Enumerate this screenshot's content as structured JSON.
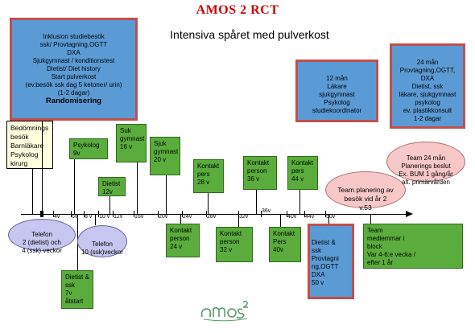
{
  "title": "AMOS 2 RCT",
  "subtitle": "Intensiva spåret med pulverkost",
  "boxes": {
    "inclusion": "Inklusion studiebesök\nssk/ Provtagning,OGTT\nDXA\nSjukgymnast / konditionstest\nDietist/ Diet history\nStart pulverkost\n(ev.besök ssk dag 5 ketoner/ urin)\n(1-2 dagar)",
    "randomization": "Randomisering",
    "month12": "12 mån\nLäkare\nsjukgymnast\nPsykolog\nstudiekoordinator",
    "month24": "24 mån\nProvtagning,OGTT,\nDXA\nDietist,  ssk\nläkare, sjukgymnast\npsykolog\nev. plastikkonsult\n1-2 dagar",
    "assessment": "Bedömnings\nbesök\nBarnläkare\nPsykolog\nkirurg",
    "psykolog9": "Psykolog\n9v",
    "dietist12": "Dietist\n12v",
    "suk16": "Suk\ngymnast\n16 v",
    "sjuk20": "Sjuk\ngymnast\n20 v",
    "kontakt28": "Kontakt\npers\n28 v",
    "kontakt36": "Kontakt\nperson\n36 v",
    "kontakt44": "Kontakt\npers\n44 v",
    "kontakt24": "Kontakt\nperson\n24 v",
    "kontakt32": "Kontakt\nperson\n32 v",
    "kontakt40": "Kontakt\nPers\n40v",
    "dietist50": "Dietist &\nssk\nProvtagni\nng,OGTT\nDXA\n50 v",
    "teamblock": "Team\nmedlemmar i\nblock\nVar 4-6:e vecka /\nefter 1 år",
    "dietist7": "Dietist &\nssk\n7v\nåtstart",
    "telefon1": "Telefon\n2 (dietist) och\n4 (ssk) veckor",
    "telefon2": "Telefon\n10 (ssk)veckor",
    "teamplan": "Team  planering av\nbesök vid år 2\nv.53",
    "team24": "Team 24 mån\nPlanerings beslut\nEx. BUM  1 gång/år\nalt. primärvården"
  },
  "ticks": [
    "4v",
    "6v",
    "8 v",
    "10 v",
    "12v",
    "16v",
    "20v",
    "24v",
    "28v",
    "32v",
    "36v",
    "40v",
    "44v",
    "50v"
  ],
  "logo_text": "amos",
  "colors": {
    "title": "#cc0000",
    "blue_box": "#5b9bd5",
    "red_border": "#c0504d",
    "green_box": "#5aad3c",
    "pink_ellipse": "#f8c8c8",
    "lavender_ellipse": "#c6c6f0",
    "yellow_box": "#ffffe0"
  }
}
